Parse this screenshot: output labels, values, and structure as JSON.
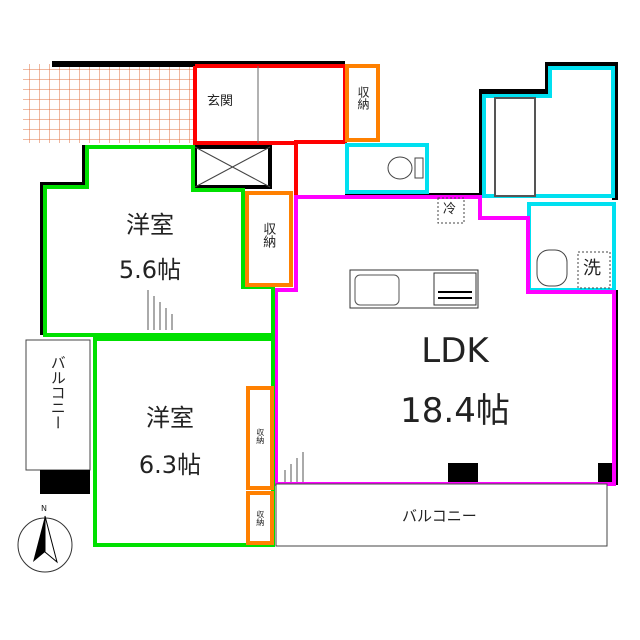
{
  "rooms": {
    "entrance": "玄関",
    "storage_top": "収納",
    "storage_west": "収納",
    "storage_small_1": "収納",
    "storage_small_2": "収納",
    "western_room_1": {
      "name": "洋室",
      "size": "5.6帖"
    },
    "western_room_2": {
      "name": "洋室",
      "size": "6.3帖"
    },
    "ldk": {
      "name": "LDK",
      "size": "18.4帖"
    },
    "fridge": "冷",
    "washer": "洗",
    "balcony_left": "バルコニー",
    "balcony_bottom": "バルコニー"
  },
  "compass": "N",
  "colors": {
    "entrance": "#ff0000",
    "storage": "#ff8000",
    "western": "#00e000",
    "wet": "#00e0f0",
    "ldk": "#ff00ff",
    "tile": "#e07040"
  }
}
